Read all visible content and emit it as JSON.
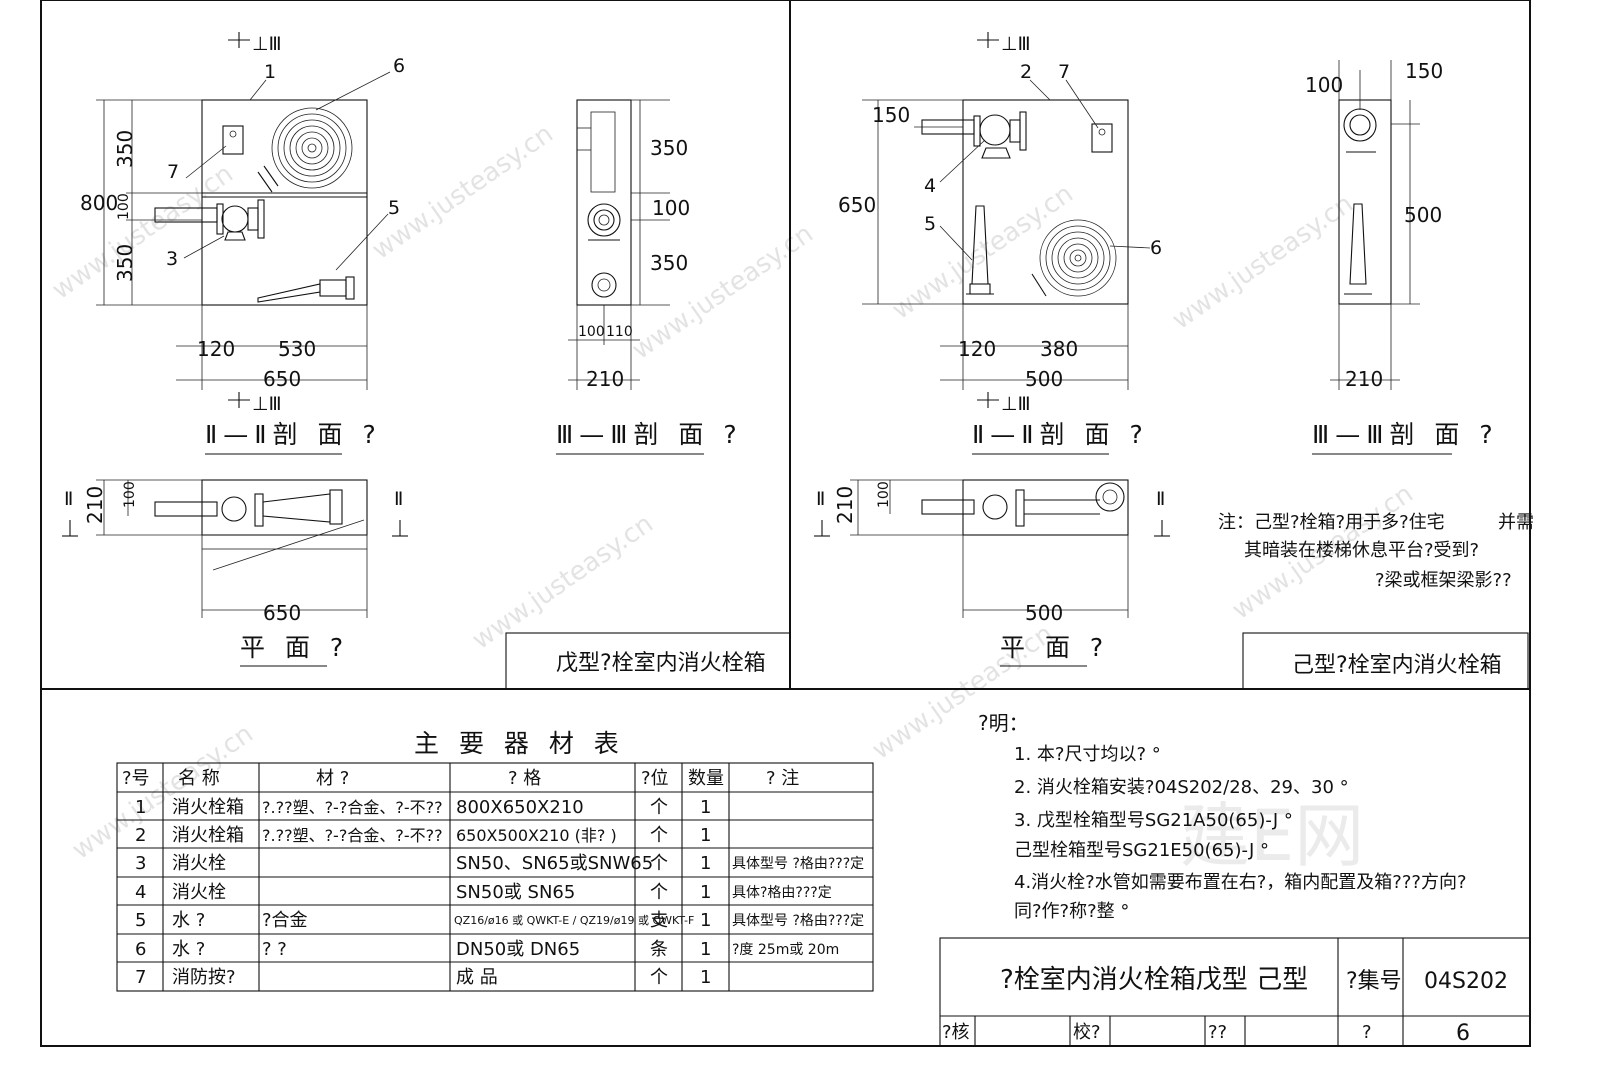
{
  "section_mark": "⊥Ⅲ",
  "left_panel": {
    "elev_dims": {
      "h_top": "350",
      "h_total": "800",
      "h_mid": "100",
      "h_bottom": "350",
      "w_left": "120",
      "w_main": "530",
      "w_total": "650"
    },
    "elev_labels": {
      "n1": "1",
      "n6": "6",
      "n7": "7",
      "n5": "5",
      "n3": "3"
    },
    "elev_title": "Ⅱ—Ⅱ剖 面 ?",
    "side_dims": {
      "h_top": "350",
      "h_mid": "100",
      "h_bottom": "350",
      "w1": "100",
      "w2": "110",
      "w_total": "210"
    },
    "side_title": "Ⅲ—Ⅲ剖 面 ?",
    "plan_dims": {
      "depth": "210",
      "pipe": "100",
      "w_total": "650"
    },
    "plan_title": "平 面 ?",
    "plan_marker": "Ⅱ",
    "caption": "戊型?栓室内消火栓箱"
  },
  "right_panel": {
    "elev_dims": {
      "h_pipe": "150",
      "h_total": "650",
      "w_left": "120",
      "w_main": "380",
      "w_total": "500"
    },
    "elev_labels": {
      "n2": "2",
      "n7": "7",
      "n4": "4",
      "n5": "5",
      "n6": "6"
    },
    "elev_title": "Ⅱ—Ⅱ剖 面 ?",
    "side_dims": {
      "w_pipe": "100",
      "w_rear": "150",
      "h": "500",
      "w_total": "210"
    },
    "side_title": "Ⅲ—Ⅲ剖 面 ?",
    "plan_dims": {
      "depth": "210",
      "pipe": "100",
      "w_total": "500"
    },
    "plan_title": "平 面 ?",
    "plan_marker": "Ⅱ",
    "note_lines": [
      "注：己型?栓箱?用于多?住宅",
      "并需",
      "其暗装在楼梯休息平台?受到?",
      "?梁或框架梁影??"
    ],
    "caption": "己型?栓室内消火栓箱"
  },
  "materials_table": {
    "title": "主 要 器 材 表",
    "headers": [
      "?号",
      "名 称",
      "材 ?",
      "? 格",
      "?位",
      "数量",
      "? 注"
    ],
    "rows": [
      [
        "1",
        "消火栓箱",
        "?.??塑、?-?合金、?-不??",
        "800X650X210",
        "个",
        "1",
        ""
      ],
      [
        "2",
        "消火栓箱",
        "?.??塑、?-?合金、?-不??",
        "650X500X210 (非?   )",
        "个",
        "1",
        ""
      ],
      [
        "3",
        "消火栓",
        "",
        "SN50、SN65或SNW65",
        "个",
        "1",
        "具体型号  ?格由???定"
      ],
      [
        "4",
        "消火栓",
        "",
        "SN50或 SN65",
        "个",
        "1",
        "具体?格由???定"
      ],
      [
        "5",
        "水  ?",
        "?合金",
        "QZ16/ø16 或 QWKT-E / QZ19/ø19 或 QWKT-F",
        "支",
        "1",
        "具体型号  ?格由???定"
      ],
      [
        "6",
        "水  ?",
        "?  ?",
        "DN50或 DN65",
        "条",
        "1",
        "?度 25m或 20m"
      ],
      [
        "7",
        "消防按?",
        "",
        "成  品",
        "个",
        "1",
        ""
      ]
    ]
  },
  "explanation": {
    "heading": "?明：",
    "items": [
      "1.  本?尺寸均以?  °",
      "2.  消火栓箱安装?04S202/28、29、30 °",
      "3.  戊型栓箱型号SG21A50(65)-J °",
      "     己型栓箱型号SG21E50(65)-J °",
      "4.消火栓?水管如需要布置在右?，箱内配置及箱???方向?",
      "   同?作?称?整 °"
    ]
  },
  "title_block": {
    "title": "?栓室内消火栓箱戊型  己型",
    "set_label": "?集号",
    "set_no": "04S202",
    "row2": [
      "?核",
      "校?",
      "??",
      "?"
    ],
    "page_no": "6"
  },
  "watermarks": [
    "www.justeasy.cn",
    "建E网"
  ]
}
